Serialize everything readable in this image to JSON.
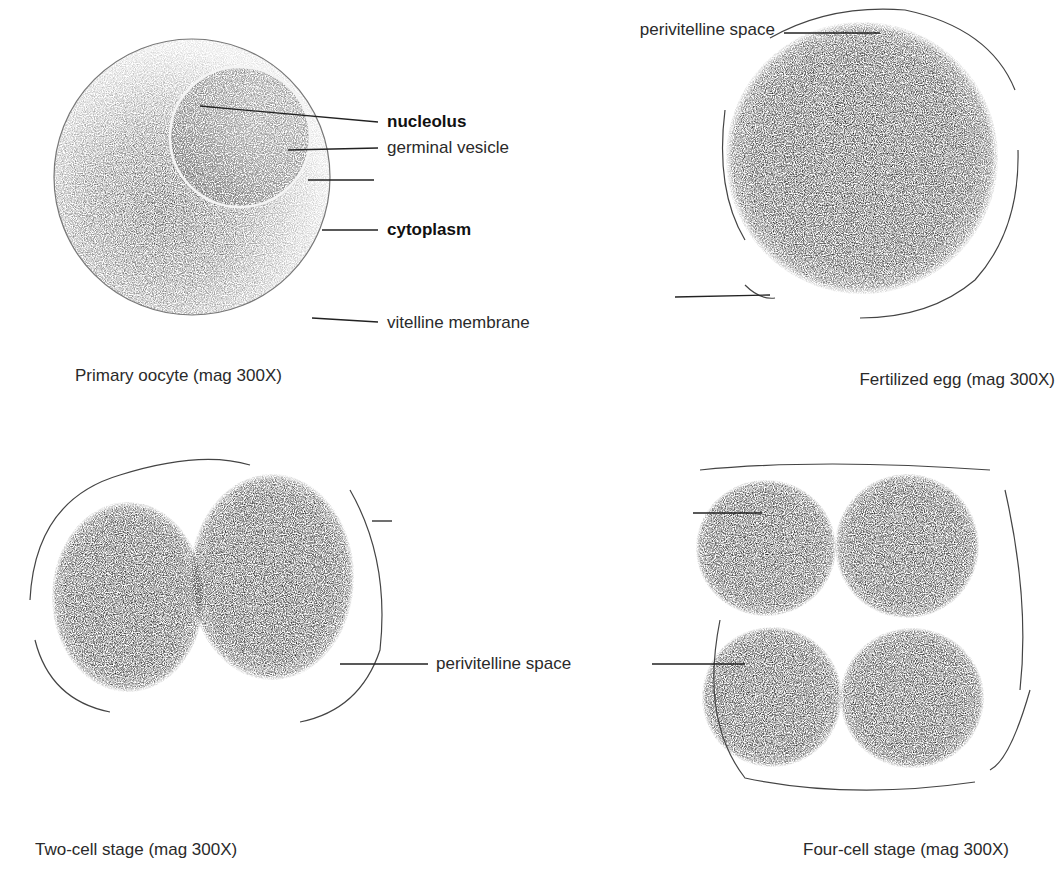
{
  "diagram": {
    "labels": [
      "nucleolus",
      "germinal vesicle",
      "cytoplasm",
      "vitelline membrane",
      "Primary oocyte (mag 300X)",
      "perivitelline space",
      "Fertilized egg (mag 300X)",
      "perivitelline space",
      "Two-cell stage (mag 300X)",
      "Four-cell stage (mag 300X)"
    ]
  }
}
